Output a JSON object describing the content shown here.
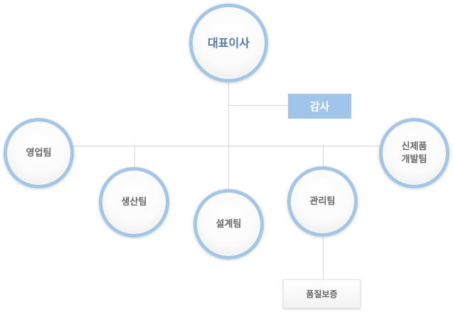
{
  "ceo": "대표이사",
  "audit": "감사",
  "teams": {
    "sales": "영업팀",
    "production": "생산팀",
    "design": "설계팀",
    "management": "관리팀",
    "new_product": [
      "신제품",
      "개발팀"
    ]
  },
  "quality": "품질보증",
  "colors": {
    "ring": "#a2c6e8",
    "audit_fill": "#9fc6ea",
    "ceo_text": "#4f77a7",
    "node_text": "#666666",
    "connector": "#d4d4d4"
  }
}
